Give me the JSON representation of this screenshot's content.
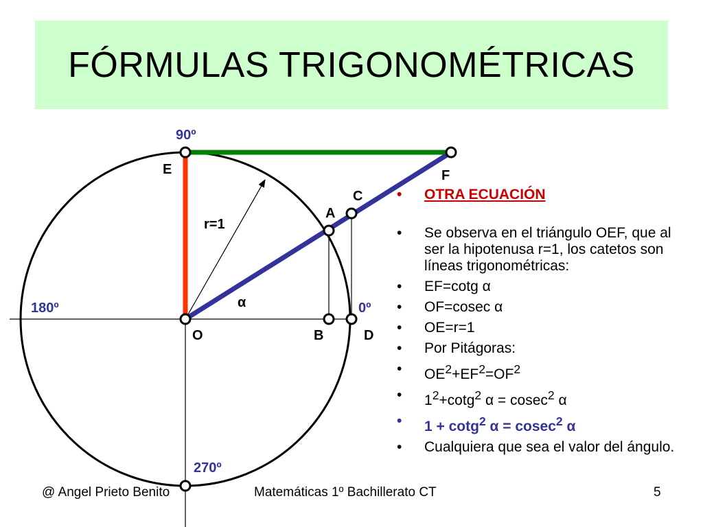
{
  "title": "FÓRMULAS TRIGONOMÉTRICAS",
  "colors": {
    "title_background": "#ccffcc",
    "red_segment": "#ff3300",
    "green_segment": "#008000",
    "blue_segment": "#333399",
    "heading_text": "#cc0000",
    "highlight_text": "#333399"
  },
  "diagram": {
    "angle_labels": {
      "a90": "90º",
      "a180": "180º",
      "a0": "0º",
      "a270": "270º"
    },
    "point_labels": {
      "E": "E",
      "F": "F",
      "C": "C",
      "A": "A",
      "O": "O",
      "B": "B",
      "D": "D"
    },
    "radius_label": "r=1",
    "alpha_label": "α"
  },
  "bullets": {
    "heading": "OTRA ECUACIÓN",
    "observation": "Se observa en el triángulo OEF, que al ser la hipotenusa r=1, los catetos son líneas trigonométricas:",
    "ef": "EF=cotg α",
    "of": "OF=cosec α",
    "oe": "OE=r=1",
    "pitagoras": "Por Pitágoras:",
    "pyth": {
      "a": "OE",
      "b": "+EF",
      "c": "=OF",
      "exp": "2"
    },
    "subst": {
      "a": "1",
      "b": "+cotg",
      "c": " α = cosec",
      "d": " α",
      "exp": "2"
    },
    "result": {
      "a": "1 + cotg",
      "b": " α = cosec",
      "c": " α",
      "exp": "2"
    },
    "closing": "Cualquiera que sea el valor del ángulo."
  },
  "footer": {
    "left": "@ Angel Prieto Benito",
    "center": "Matemáticas  1º Bachillerato CT",
    "right": "5"
  }
}
